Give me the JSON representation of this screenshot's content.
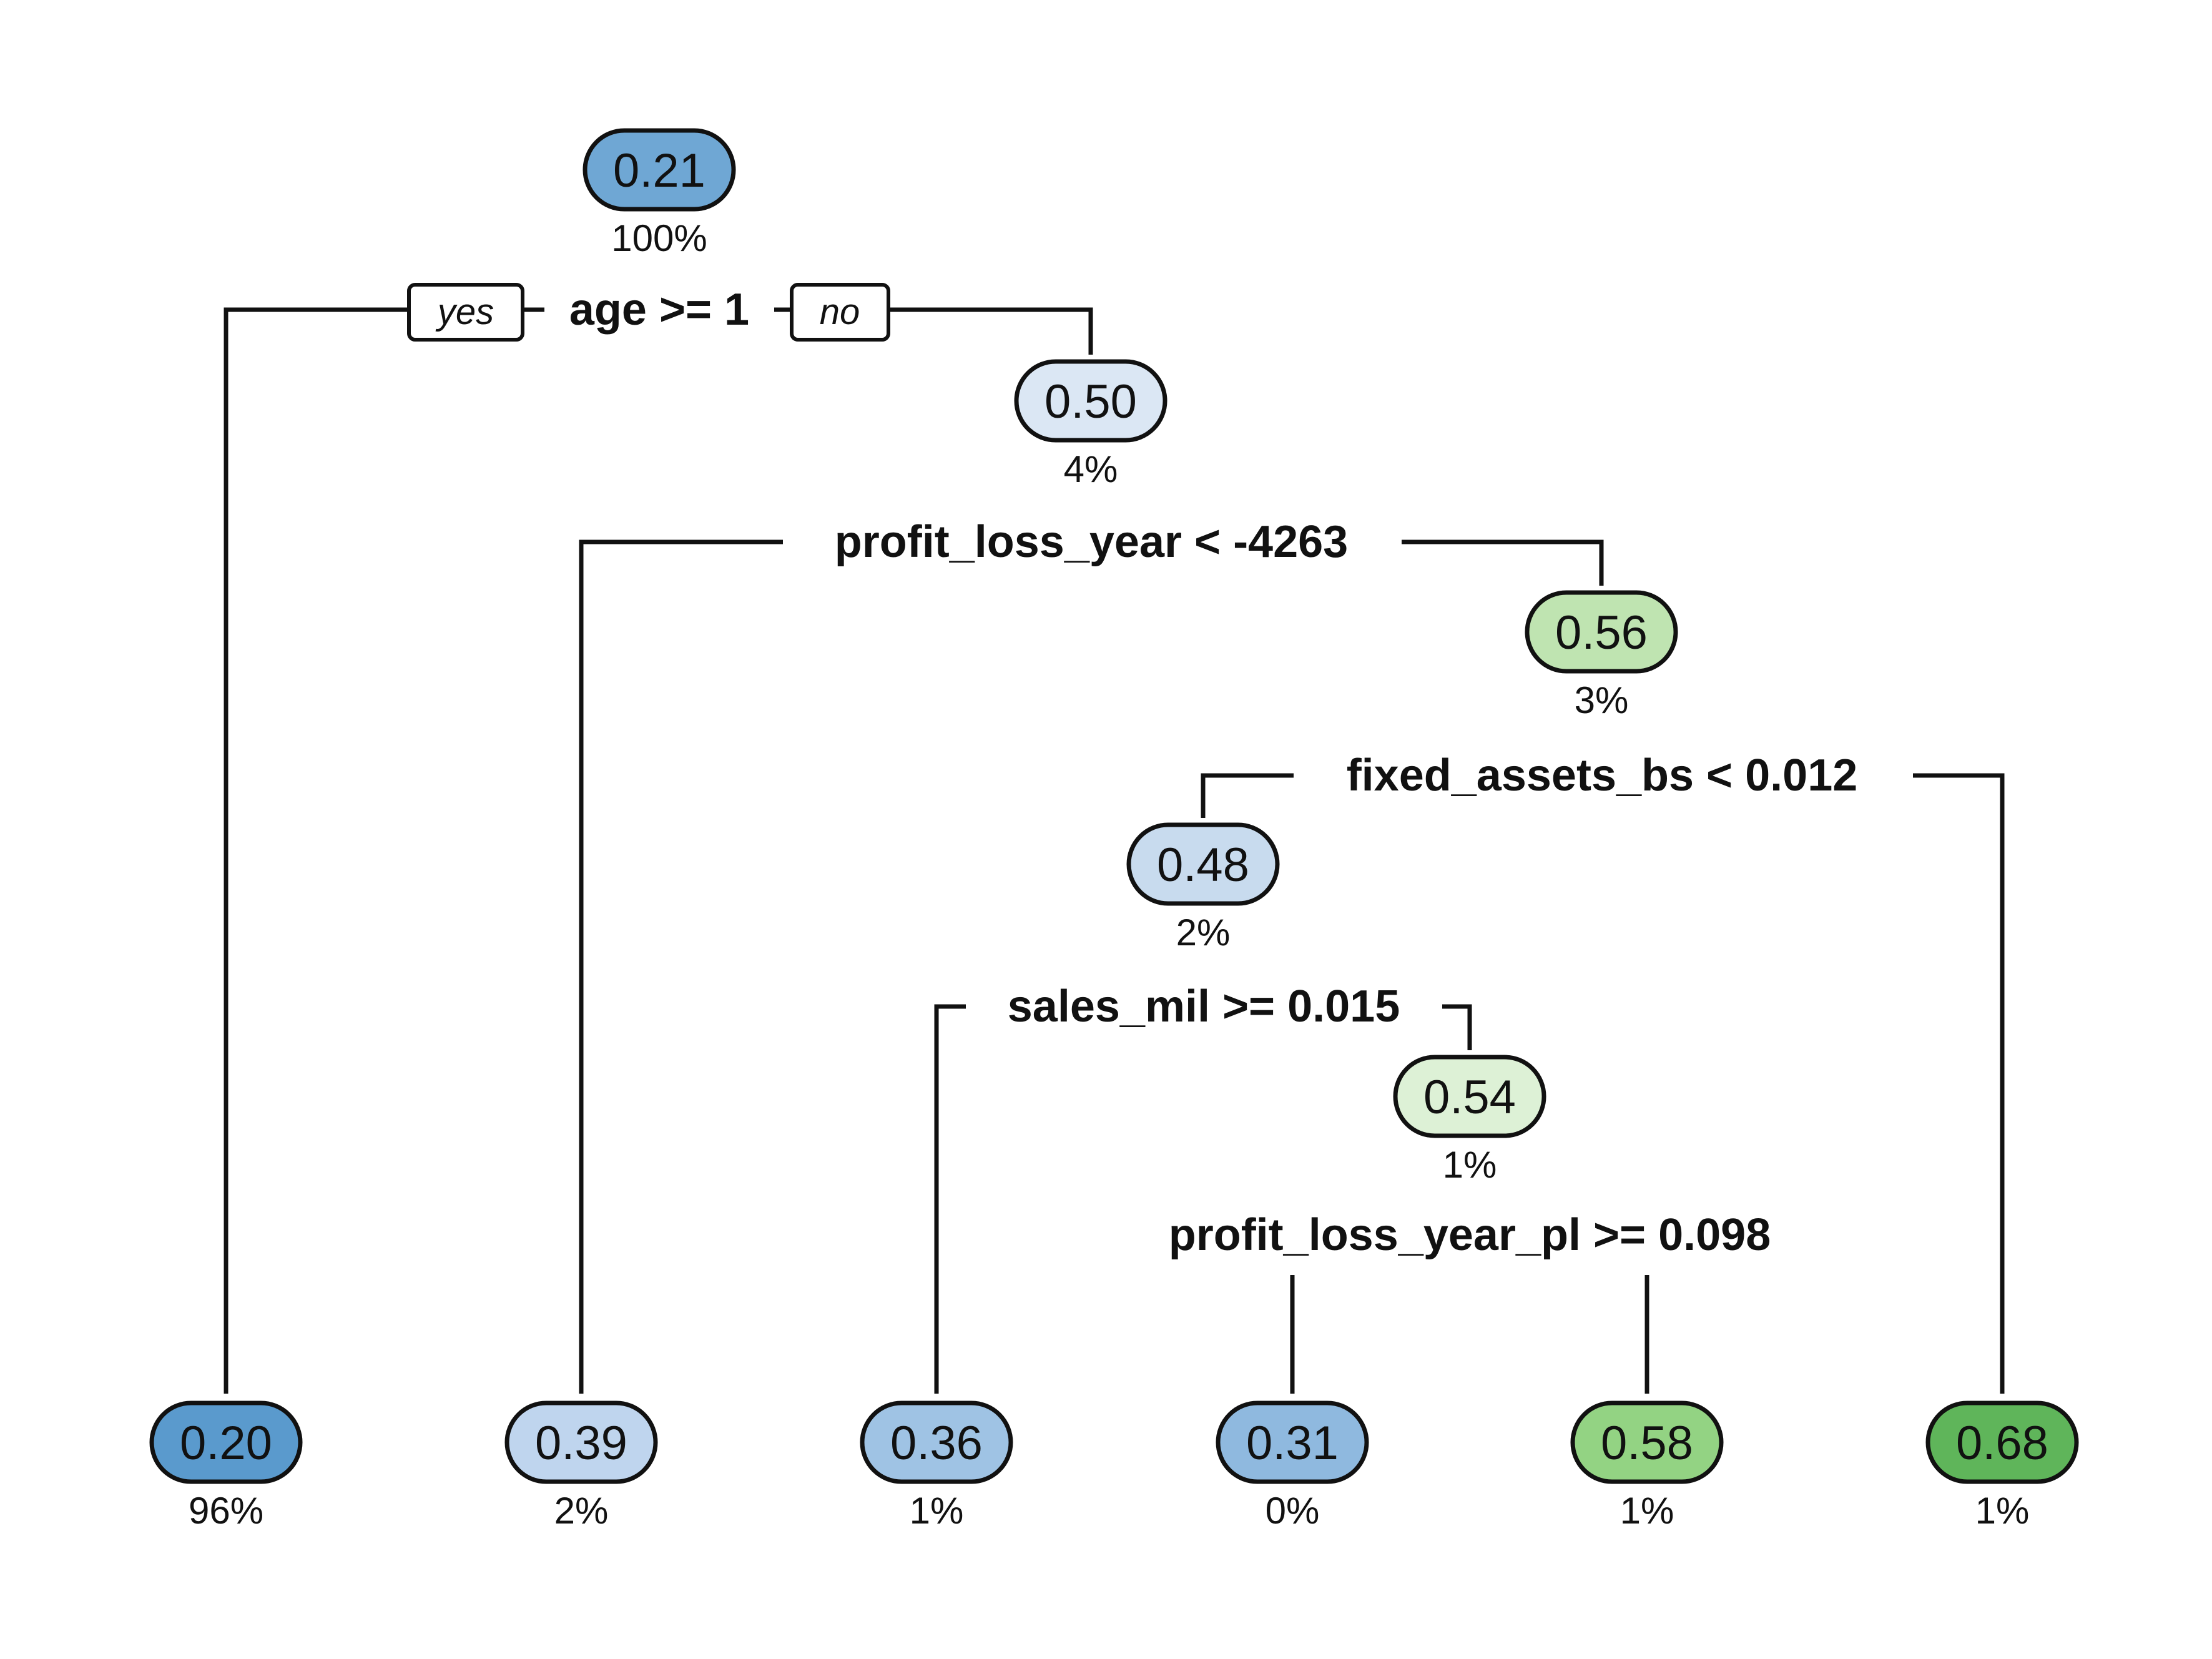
{
  "tree": {
    "nodes": [
      {
        "id": "root",
        "value": "0.21",
        "pct": "100%",
        "color": "#6fa7d4"
      },
      {
        "id": "n_no",
        "value": "0.50",
        "pct": "4%",
        "color": "#dbe7f4"
      },
      {
        "id": "n_056",
        "value": "0.56",
        "pct": "3%",
        "color": "#bfe4b1"
      },
      {
        "id": "n_048",
        "value": "0.48",
        "pct": "2%",
        "color": "#c8dbee"
      },
      {
        "id": "n_054",
        "value": "0.54",
        "pct": "1%",
        "color": "#ddf1d6"
      },
      {
        "id": "leaf_020",
        "value": "0.20",
        "pct": "96%",
        "color": "#5a9acd"
      },
      {
        "id": "leaf_039",
        "value": "0.39",
        "pct": "2%",
        "color": "#bfd5ee"
      },
      {
        "id": "leaf_036",
        "value": "0.36",
        "pct": "1%",
        "color": "#9fc3e4"
      },
      {
        "id": "leaf_031",
        "value": "0.31",
        "pct": "0%",
        "color": "#8fb9df"
      },
      {
        "id": "leaf_058",
        "value": "0.58",
        "pct": "1%",
        "color": "#93d383"
      },
      {
        "id": "leaf_068",
        "value": "0.68",
        "pct": "1%",
        "color": "#5fb55a"
      }
    ],
    "splits": [
      {
        "id": "s_age",
        "label": "age >= 1"
      },
      {
        "id": "s_profit",
        "label": "profit_loss_year < -4263"
      },
      {
        "id": "s_fixed",
        "label": "fixed_assets_bs < 0.012"
      },
      {
        "id": "s_sales",
        "label": "sales_mil >= 0.015"
      },
      {
        "id": "s_profit_pl",
        "label": "profit_loss_year_pl >= 0.098"
      }
    ],
    "branch_labels": {
      "yes": "yes",
      "no": "no"
    }
  }
}
